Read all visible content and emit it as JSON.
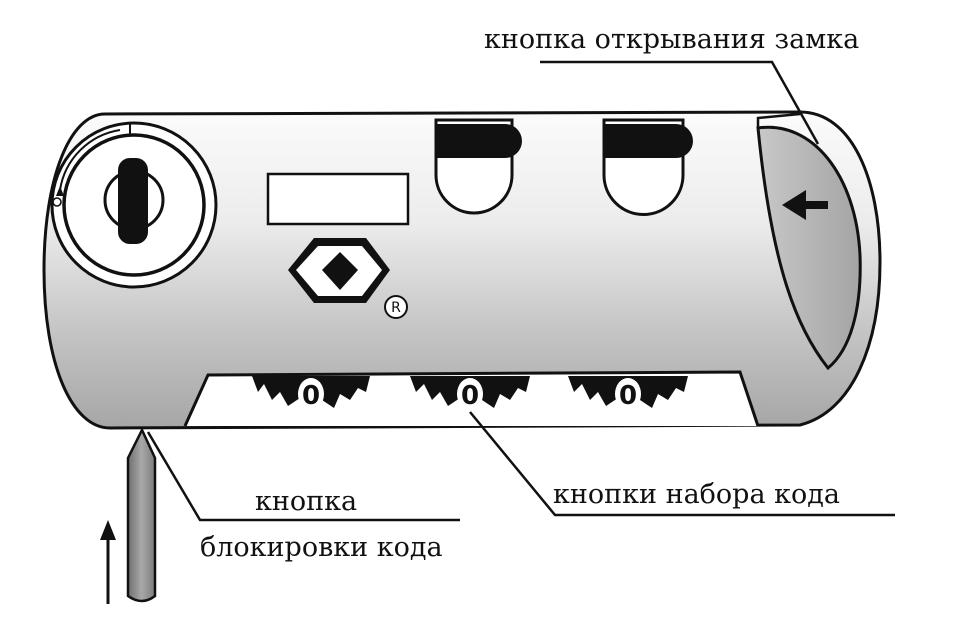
{
  "labels": {
    "open_button": "кнопка открывания замка",
    "lock_button_line1": "кнопка",
    "lock_button_line2": "блокировки кода",
    "code_buttons": "кнопки набора кода"
  },
  "dials": [
    "0",
    "0",
    "0"
  ],
  "registered_mark": "R",
  "colors": {
    "outline": "#111111",
    "body_light": "#f4f4f4",
    "body_dark": "#9a9a9a",
    "pin": "#8c8c8c"
  }
}
